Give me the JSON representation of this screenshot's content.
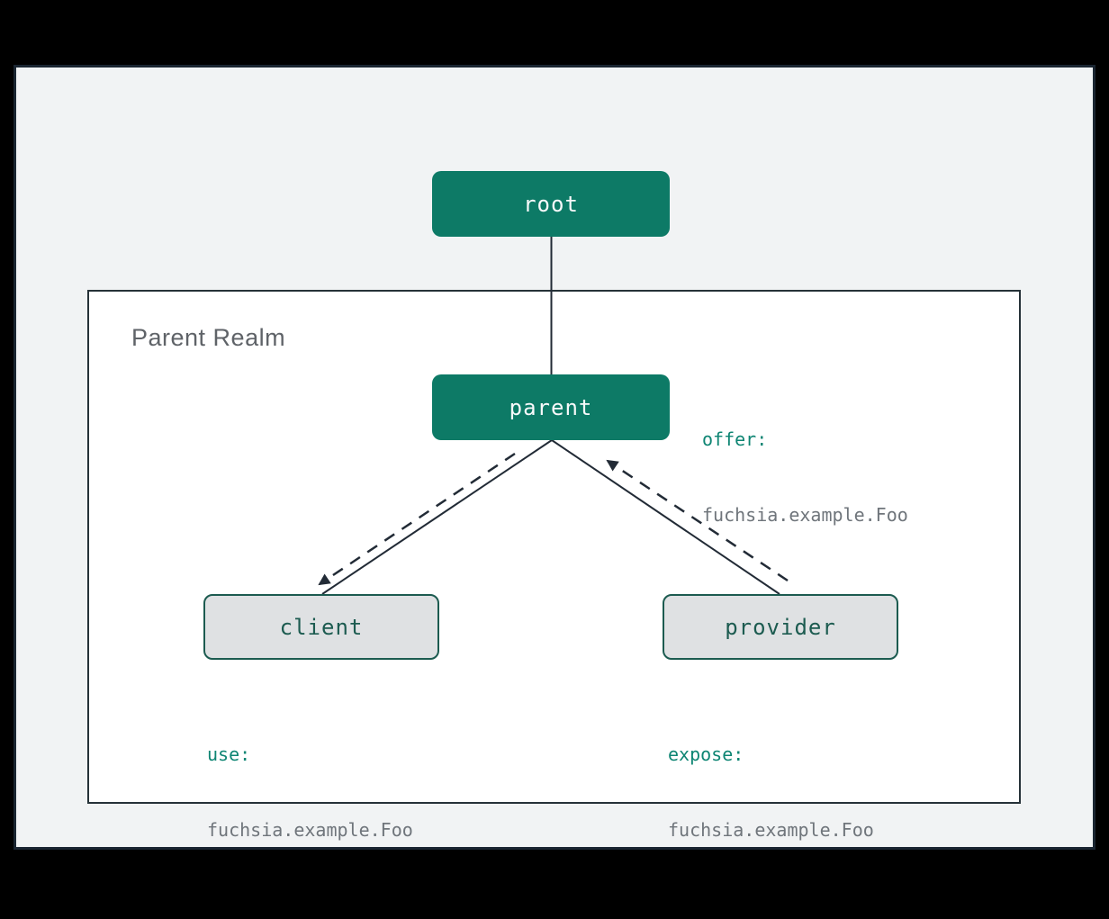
{
  "diagram": {
    "realm_label": "Parent Realm",
    "nodes": {
      "root": {
        "label": "root"
      },
      "parent": {
        "label": "parent"
      },
      "client": {
        "label": "client"
      },
      "provider": {
        "label": "provider"
      }
    },
    "annotations": {
      "offer": {
        "keyword": "offer:",
        "value": "fuchsia.example.Foo"
      },
      "use": {
        "keyword": "use:",
        "value": "fuchsia.example.Foo"
      },
      "expose": {
        "keyword": "expose:",
        "value": "fuchsia.example.Foo"
      }
    },
    "edges": [
      {
        "from": "root",
        "to": "parent",
        "style": "solid"
      },
      {
        "from": "parent",
        "to": "client",
        "style": "solid"
      },
      {
        "from": "parent",
        "to": "provider",
        "style": "solid"
      },
      {
        "from": "parent",
        "to": "client",
        "style": "dashed-arrow",
        "meaning": "offer routed to client"
      },
      {
        "from": "provider",
        "to": "parent",
        "style": "dashed-arrow",
        "meaning": "expose routed to parent"
      }
    ],
    "colors": {
      "outer_bg": "#000000",
      "panel_bg": "#F1F3F4",
      "panel_border": "#1A2531",
      "realm_bg": "#FFFFFF",
      "realm_border": "#263238",
      "node_fill_primary": "#0D7A66",
      "node_text_primary": "#F8F9FA",
      "node_fill_secondary": "#DFE1E3",
      "node_border_secondary": "#1C5B50",
      "node_text_secondary": "#1C5B50",
      "keyword_text": "#0E8573",
      "value_text": "#6F757B",
      "realm_label_text": "#5F6368",
      "edge_line": "#222B36"
    }
  }
}
